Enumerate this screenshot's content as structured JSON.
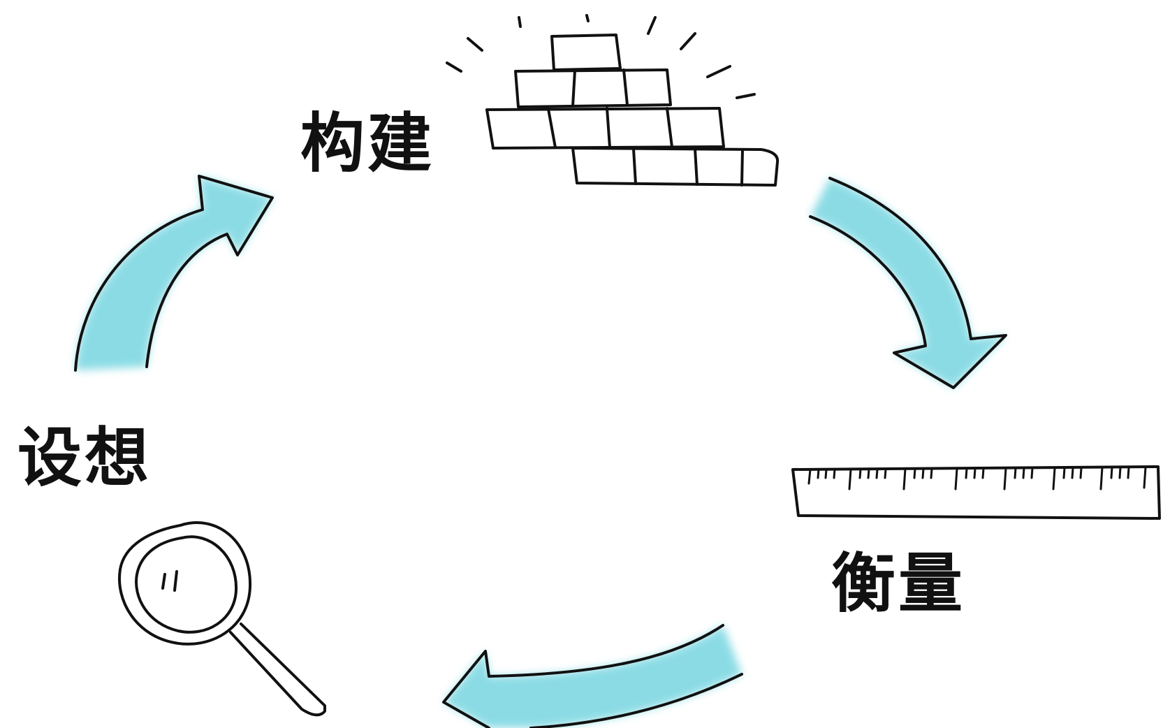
{
  "labels": {
    "build": "构建",
    "measure": "衡量",
    "ideate": "设想"
  },
  "icons": {
    "build": "brick-pyramid-icon",
    "measure": "ruler-icon",
    "ideate": "magnifying-glass-icon"
  },
  "colors": {
    "arrow_fill": "#7fd8e2",
    "ink": "#111111",
    "background": "#ffffff"
  }
}
